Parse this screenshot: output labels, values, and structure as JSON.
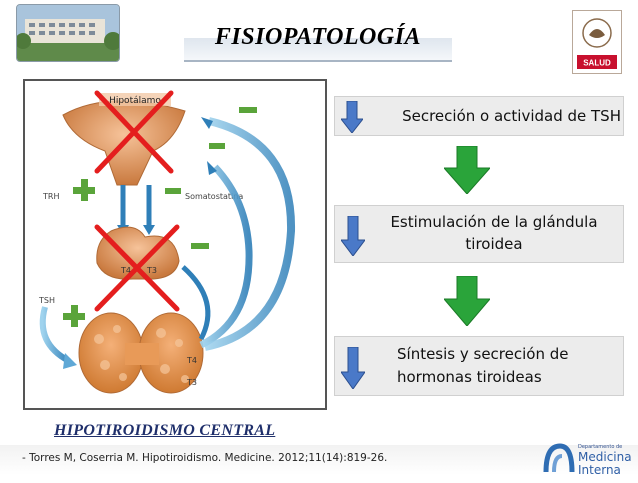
{
  "slide": {
    "title": "FISIOPATOLOGÍA",
    "logo_text": "SALUD"
  },
  "figure": {
    "labels": {
      "hipotalamo": "Hipotálamo",
      "trh": "TRH",
      "somatostatina": "Somatostatina",
      "tsh": "TSH",
      "t4": "T4",
      "t3": "T3"
    },
    "caption": "HIPOTIROIDISMO CENTRAL"
  },
  "flow": {
    "steps": [
      {
        "line1": "Secreción o actividad de TSH",
        "line2": ""
      },
      {
        "line1": "Estimulación de la glándula",
        "line2": "tiroidea"
      },
      {
        "line1": "Síntesis y secreción de",
        "line2": "hormonas tiroideas"
      }
    ]
  },
  "footer": {
    "reference": "-  Torres M, Coserria  M. Hipotiroidismo. Medicine. 2012;11(14):819-26.",
    "dept_small": "Departamento de",
    "dept_large1": "Medicina",
    "dept_large2": "Interna"
  },
  "colors": {
    "down_arrow_blue": "#4a79c8",
    "green_arrow": "#2aa43a",
    "red_cross": "#e41e1e",
    "caption_blue": "#1f2f6b"
  }
}
